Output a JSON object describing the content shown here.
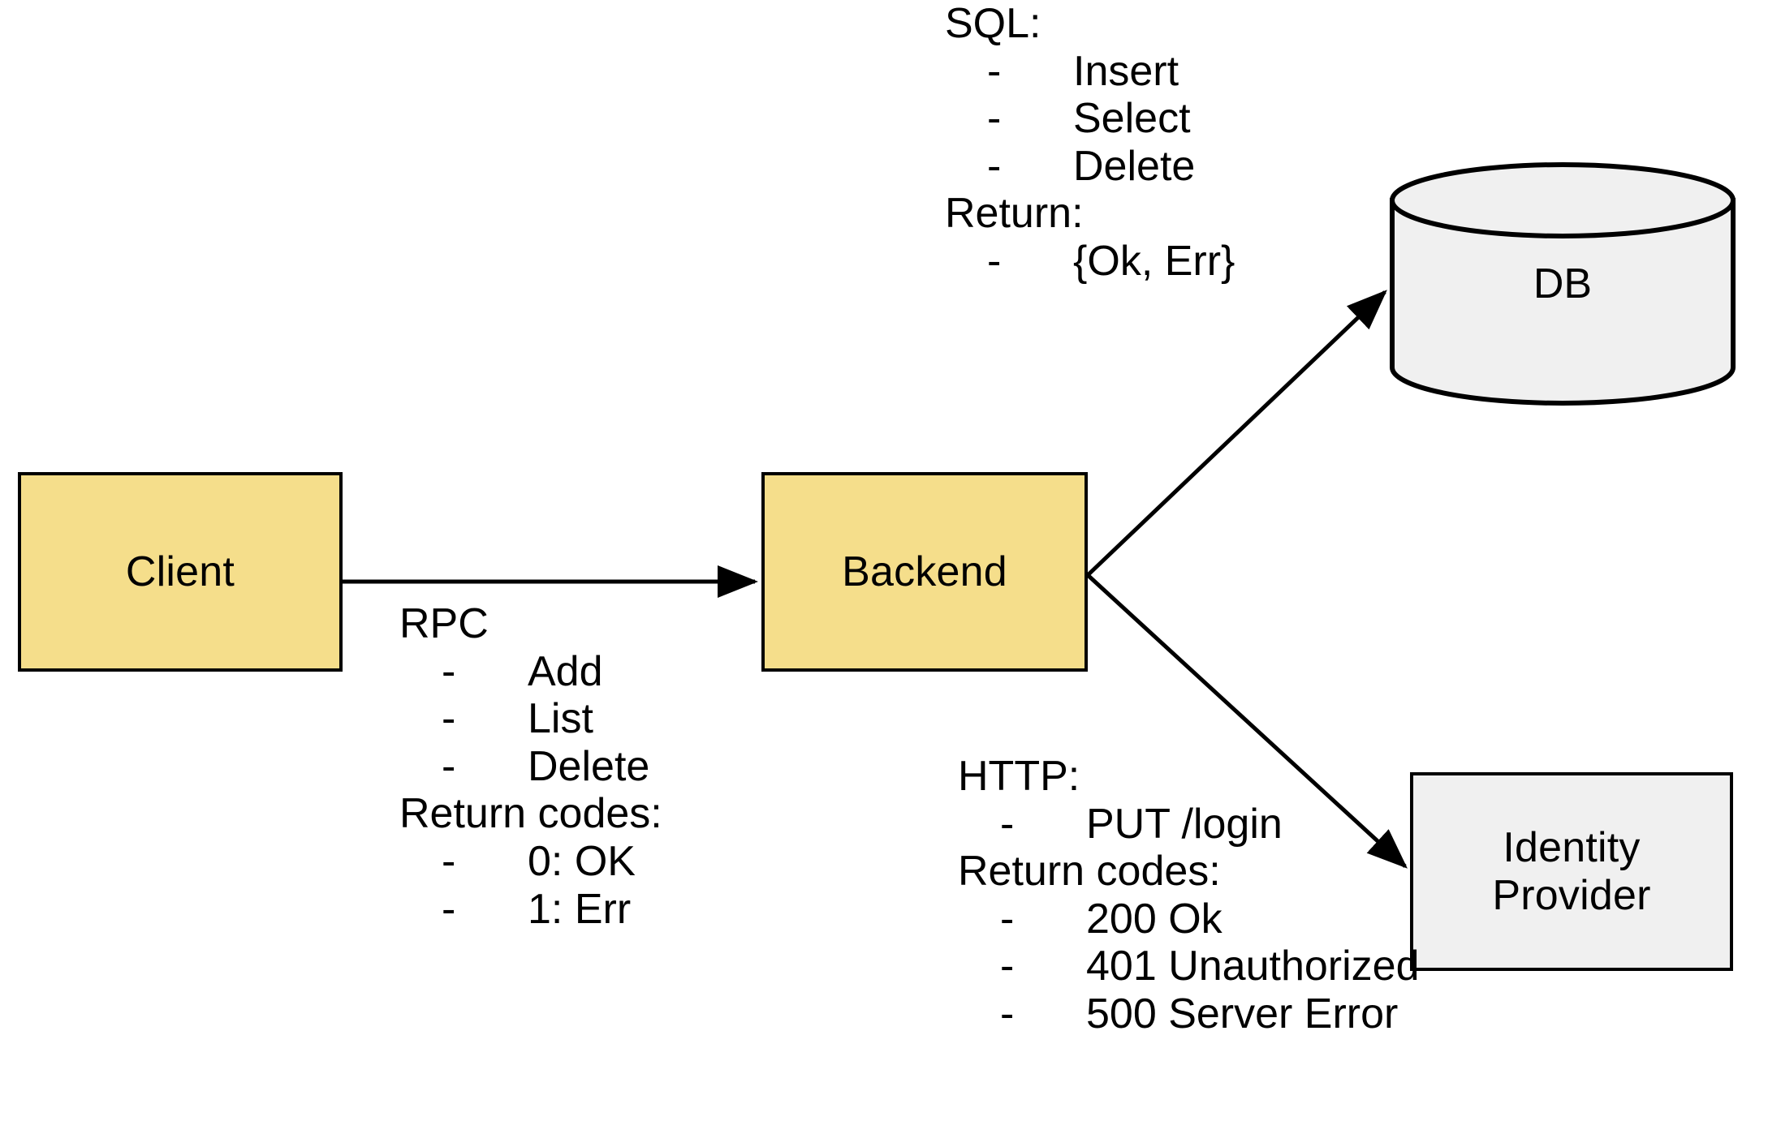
{
  "diagram": {
    "title": "Client / Backend / DB / Identity Provider architecture",
    "colors": {
      "node_fill_primary": "#f5de8b",
      "node_fill_secondary": "#f0f0f0",
      "stroke": "#000000",
      "background": "#ffffff"
    }
  },
  "nodes": {
    "client": {
      "label": "Client",
      "shape": "rectangle",
      "fill": "#f5de8b"
    },
    "backend": {
      "label": "Backend",
      "shape": "rectangle",
      "fill": "#f5de8b"
    },
    "db": {
      "label": "DB",
      "shape": "cylinder",
      "fill": "#f0f0f0"
    },
    "idp": {
      "label_line1": "Identity",
      "label_line2": "Provider",
      "shape": "rectangle",
      "fill": "#f0f0f0"
    }
  },
  "edges": {
    "client_to_backend": {
      "from": "client",
      "to": "backend",
      "direction": "right",
      "arrowhead": true
    },
    "backend_to_db": {
      "from": "backend",
      "to": "db",
      "direction": "up-right",
      "arrowhead": true
    },
    "backend_to_idp": {
      "from": "backend",
      "to": "idp",
      "direction": "down-right",
      "arrowhead": true
    }
  },
  "annotations": {
    "sql": {
      "heading": "SQL:",
      "items": [
        "Insert",
        "Select",
        "Delete"
      ],
      "return_heading": "Return:",
      "return_items": [
        "{Ok, Err}"
      ],
      "bullet": "-"
    },
    "rpc": {
      "heading": "RPC",
      "items": [
        "Add",
        "List",
        "Delete"
      ],
      "return_heading": "Return codes:",
      "return_items": [
        "0: OK",
        "1: Err"
      ],
      "bullet": "-"
    },
    "http": {
      "heading": "HTTP:",
      "items": [
        "PUT /login"
      ],
      "return_heading": "Return codes:",
      "return_items": [
        "200 Ok",
        "401 Unauthorized",
        "500 Server Error"
      ],
      "bullet": "-"
    }
  }
}
